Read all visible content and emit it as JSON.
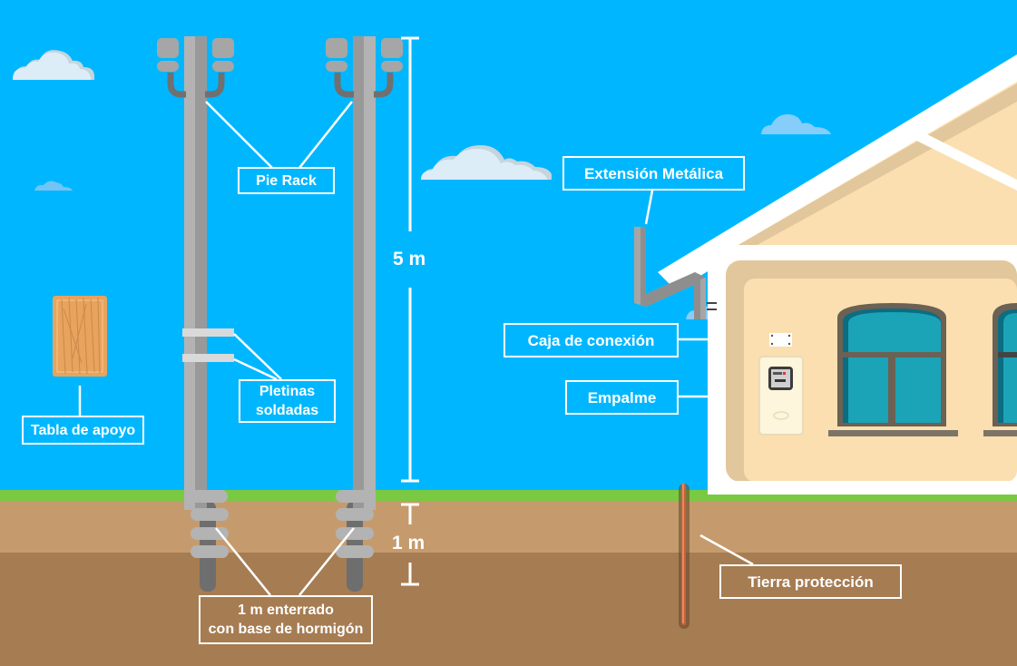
{
  "labels": {
    "pie_rack": "Pie Rack",
    "pletinas_line1": "Pletinas",
    "pletinas_line2": "soldadas",
    "tabla_apoyo": "Tabla de apoyo",
    "enterrado_line1": "1 m enterrado",
    "enterrado_line2": "con base de hormigón",
    "extension_metalica": "Extensión Metálica",
    "caja_conexion": "Caja de conexión",
    "empalme": "Empalme",
    "tierra_proteccion": "Tierra protección"
  },
  "dimensions": {
    "above_ground": "5 m",
    "below_ground": "1 m"
  },
  "colors": {
    "sky": "#00b7ff",
    "grass": "#7ac943",
    "topsoil": "#c59b6d",
    "subsoil": "#a67c52",
    "pole_light": "#b3b3b3",
    "pole_dark": "#999999",
    "house_wall": "#fbdfb0",
    "house_trim": "#e2c79c",
    "window_glass": "#1ba3b8",
    "window_frame": "#6b6154",
    "copper": "#c8623a"
  }
}
